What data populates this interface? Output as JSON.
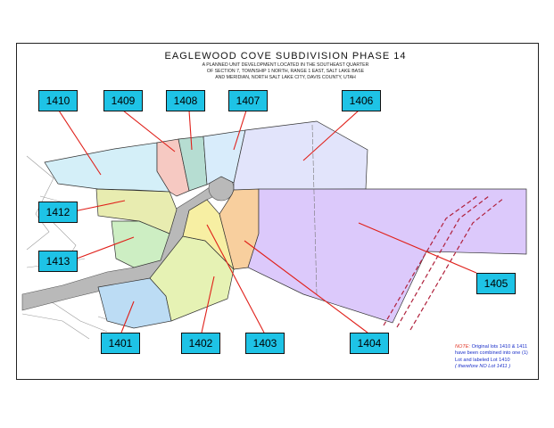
{
  "title": "EAGLEWOOD COVE SUBDIVISION PHASE 14",
  "subtitle_lines": [
    "A PLANNED UNIT DEVELOPMENT LOCATED IN THE SOUTHEAST QUARTER",
    "OF SECTION 7, TOWNSHIP 1 NORTH, RANGE 1 EAST, SALT LAKE BASE",
    "AND MERIDIAN, NORTH SALT LAKE CITY, DAVIS COUNTY, UTAH"
  ],
  "lots": [
    {
      "id": "1401",
      "color": "#bcdcf4"
    },
    {
      "id": "1402",
      "color": "#e6f2b4"
    },
    {
      "id": "1403",
      "color": "#f7efa3"
    },
    {
      "id": "1404",
      "color": "#f8cf9e"
    },
    {
      "id": "1405",
      "color": "#dcc9fb"
    },
    {
      "id": "1406",
      "color": "#e2e4fb"
    },
    {
      "id": "1407",
      "color": "#d8ecfb"
    },
    {
      "id": "1408",
      "color": "#b6ddd2"
    },
    {
      "id": "1409",
      "color": "#f6c9c2"
    },
    {
      "id": "1410",
      "color": "#d4eff8"
    },
    {
      "id": "1412",
      "color": "#e8ecb0"
    },
    {
      "id": "1413",
      "color": "#cdeec3"
    }
  ],
  "callout_color": "#1ec3e6",
  "leader_color": "#e0201a",
  "note": {
    "heading": "NOTE:",
    "text": "Original lots 1410 & 1411 have been combined into one (1) Lot and labeled Lot 1410",
    "footer": "( therefore NO Lot 1411 )"
  }
}
